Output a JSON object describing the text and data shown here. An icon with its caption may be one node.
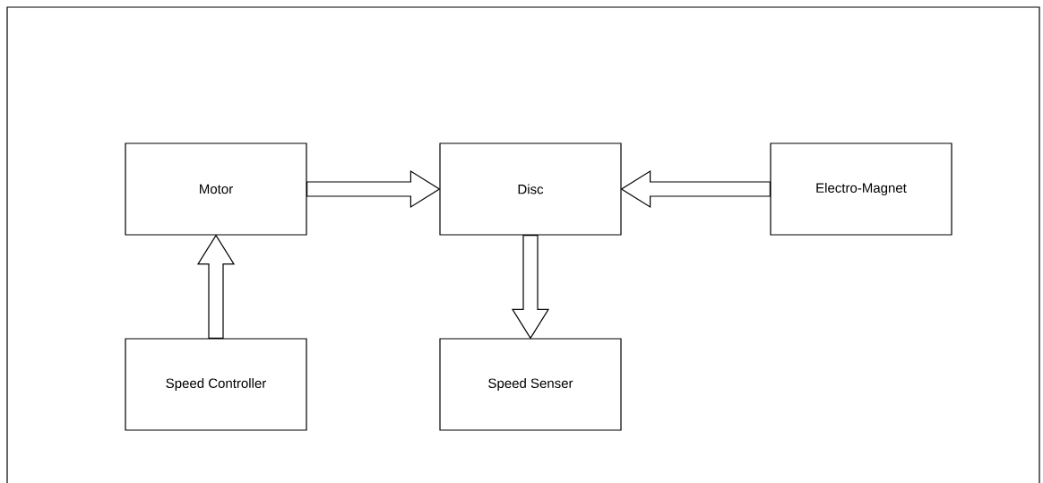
{
  "diagram": {
    "nodes": [
      {
        "text": [
          "Motor"
        ]
      },
      {
        "text": [
          "Disc"
        ]
      },
      {
        "text": [
          "Electro-Magnet"
        ]
      },
      {
        "text": [
          "Speed Controller"
        ]
      },
      {
        "text": [
          "Speed Senser"
        ]
      }
    ],
    "edges": [
      {
        "from": 0,
        "to": 1,
        "arrow": "to"
      },
      {
        "from": 2,
        "to": 1,
        "arrow": "to"
      },
      {
        "from": 3,
        "to": 0,
        "arrow": "to"
      },
      {
        "from": 1,
        "to": 4,
        "arrow": "to"
      }
    ]
  }
}
